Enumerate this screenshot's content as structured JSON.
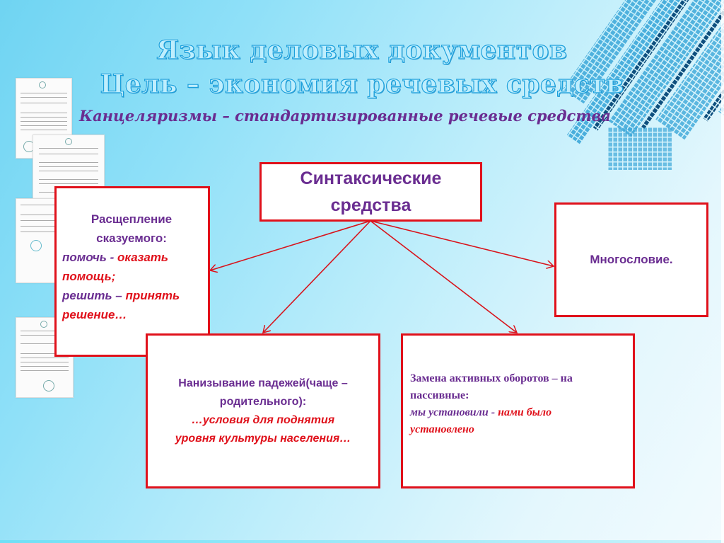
{
  "slide": {
    "title_line1": "Язык деловых документов",
    "title_line2": "Цель – экономия речевых средств",
    "subtitle": "Канцеляризмы – стандартизированные речевые средства"
  },
  "diagram": {
    "center": {
      "line1": "Синтаксические",
      "line2": "средства"
    },
    "left_box": {
      "heading_line1": "Расщепление",
      "heading_line2": "сказуемого:",
      "ex1_plain": "помочь - ",
      "ex1_red": "оказать",
      "ex1_red2": "помощь;",
      "ex2_plain": "решить – ",
      "ex2_red": "принять",
      "ex2_red2": "решение…"
    },
    "right_box": {
      "text": "Многословие."
    },
    "bottom_left_box": {
      "heading_line1": "Нанизывание падежей(чаще –",
      "heading_line2": "родительного):",
      "example_line1": "…условия для поднятия",
      "example_line2": "уровня культуры населения…"
    },
    "bottom_right_box": {
      "heading_line1": "Замена активных оборотов – на",
      "heading_line2": "пассивные:",
      "ex_plain": "мы установили - ",
      "ex_red": "нами было",
      "ex_red2": "установлено"
    }
  },
  "colors": {
    "accent_red": "#e0111b",
    "text_purple": "#6a2d91",
    "title_blue": "#1aa0dc"
  }
}
